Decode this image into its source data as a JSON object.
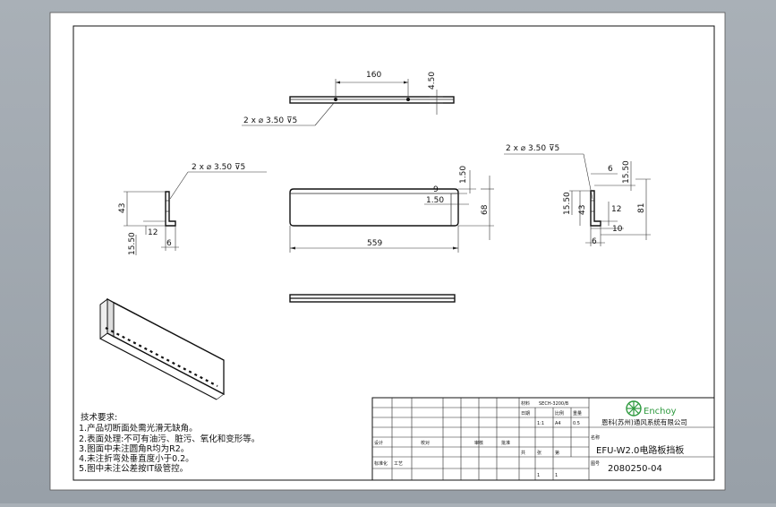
{
  "top_view": {
    "dim_length": "160",
    "dim_height": "4.50",
    "hole_callout": "2 x ⌀ 3.50 ⊽5"
  },
  "left_view": {
    "hole_callout": "2 x ⌀ 3.50 ⊽5",
    "dim_height": "43",
    "dim_inner": "12",
    "dim_bottom": "15.50",
    "dim_width": "6"
  },
  "front_view": {
    "dim_length": "559",
    "dim_top": "1.50",
    "dim_step": "9",
    "dim_radius": "1.50",
    "dim_height": "68"
  },
  "right_view": {
    "hole_callout": "2 x ⌀ 3.50 ⊽5",
    "dim_top_width": "6",
    "dim_top": "15.50",
    "dim_left": "15.50",
    "dim_left2": "43",
    "dim_inner": "12",
    "dim_height": "81",
    "dim_base": "10",
    "dim_width": "6"
  },
  "notes": {
    "title": "技术要求:",
    "items": [
      "1.产品切断面处需光滑无缺角。",
      "2.表面处理:不可有油污、脏污、氧化和变形等。",
      "3.图面中未注圆角R均为R2。",
      "4.未注折弯处垂直度小于0.2。",
      "5.图中未注公差按IT级管控。"
    ]
  },
  "title_block": {
    "company_name": "Enchoy",
    "company_full": "恩科(苏州)通风系统有限公司",
    "drawing_title": "EFU-W2.0电路板挡板",
    "drawing_number": "2080250-04",
    "material_label": "材料",
    "material_value": "SECH-3200/B",
    "name_label": "名称",
    "number_label": "图号",
    "small_labels": [
      "设计",
      "校对",
      "审核",
      "批准",
      "标准化",
      "工艺",
      "日期",
      "比例",
      "重量",
      "共",
      "张",
      "第"
    ],
    "scale_cells": [
      "1:1",
      "A4",
      "0.5",
      "1",
      "1"
    ]
  },
  "colors": {
    "background": "#9fa6ad",
    "sheet": "#ffffff",
    "line": "#111111",
    "logo_green": "#2f9a3f"
  }
}
